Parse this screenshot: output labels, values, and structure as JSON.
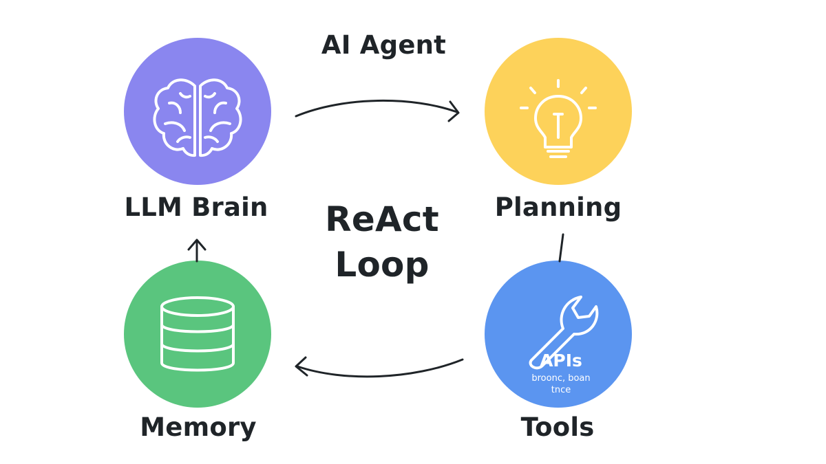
{
  "diagram": {
    "title": "AI Agent",
    "center_label": [
      "ReAct",
      "Loop"
    ],
    "nodes": {
      "brain": {
        "label": "LLM Brain",
        "color": "#8a86ef",
        "icon": "brain-icon"
      },
      "planning": {
        "label": "Planning",
        "color": "#fdd25a",
        "icon": "lightbulb-icon"
      },
      "memory": {
        "label": "Memory",
        "color": "#5ac57e",
        "icon": "database-icon"
      },
      "tools": {
        "label": "Tools",
        "color": "#5b95f0",
        "icon": "wrench-icon",
        "icon_text": "APIs",
        "icon_subtext": [
          "broonc, boan",
          "tnce"
        ]
      }
    },
    "edges": [
      {
        "from": "brain",
        "to": "planning"
      },
      {
        "from": "planning",
        "to": "tools"
      },
      {
        "from": "tools",
        "to": "memory"
      },
      {
        "from": "memory",
        "to": "brain"
      }
    ],
    "colors": {
      "stroke": "#1f2428",
      "icon_stroke": "#ffffff",
      "bulb_stroke": "#ffffff"
    }
  }
}
